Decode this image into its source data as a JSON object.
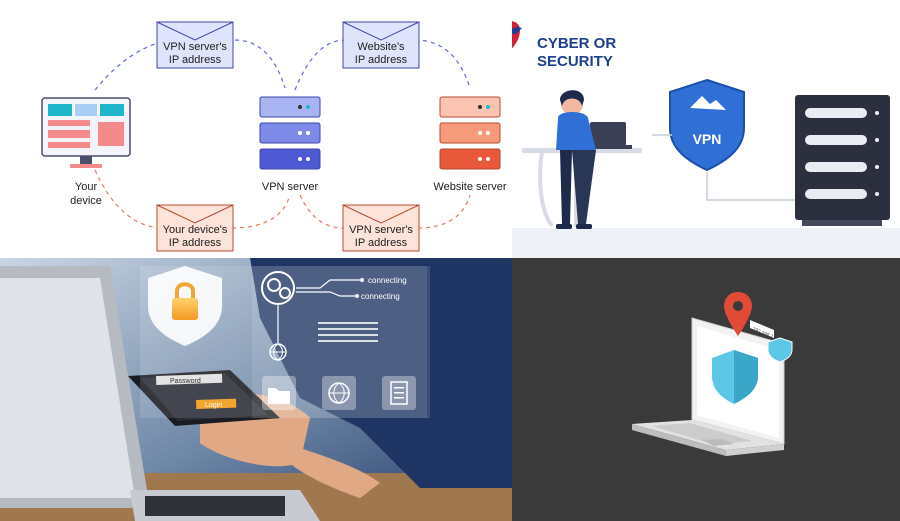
{
  "diagram": {
    "your_device_line1": "Your",
    "your_device_line2": "device",
    "vpn_server": "VPN server",
    "website_server": "Website server",
    "env_vpn_ip_top_line1": "VPN server's",
    "env_vpn_ip_top_line2": "IP address",
    "env_website_ip_line1": "Website's",
    "env_website_ip_line2": "IP address",
    "env_device_ip_line1": "Your device's",
    "env_device_ip_line2": "IP address",
    "env_vpn_ip_bottom_line1": "VPN server's",
    "env_vpn_ip_bottom_line2": "IP address"
  },
  "vpn_illustration": {
    "logo_line1": "CYBER OR",
    "logo_line2": "SECURITY",
    "shield_label": "VPN",
    "colors": {
      "logo_blue": "#1c3f8f",
      "logo_red": "#d0203a",
      "shield": "#2f6fd6"
    }
  },
  "photo": {
    "connecting_1": "connecting",
    "connecting_2": "connecting",
    "password_label": "Password",
    "login_label": "Login"
  },
  "laptop": {
    "tag_text": "192.168.1.1"
  }
}
